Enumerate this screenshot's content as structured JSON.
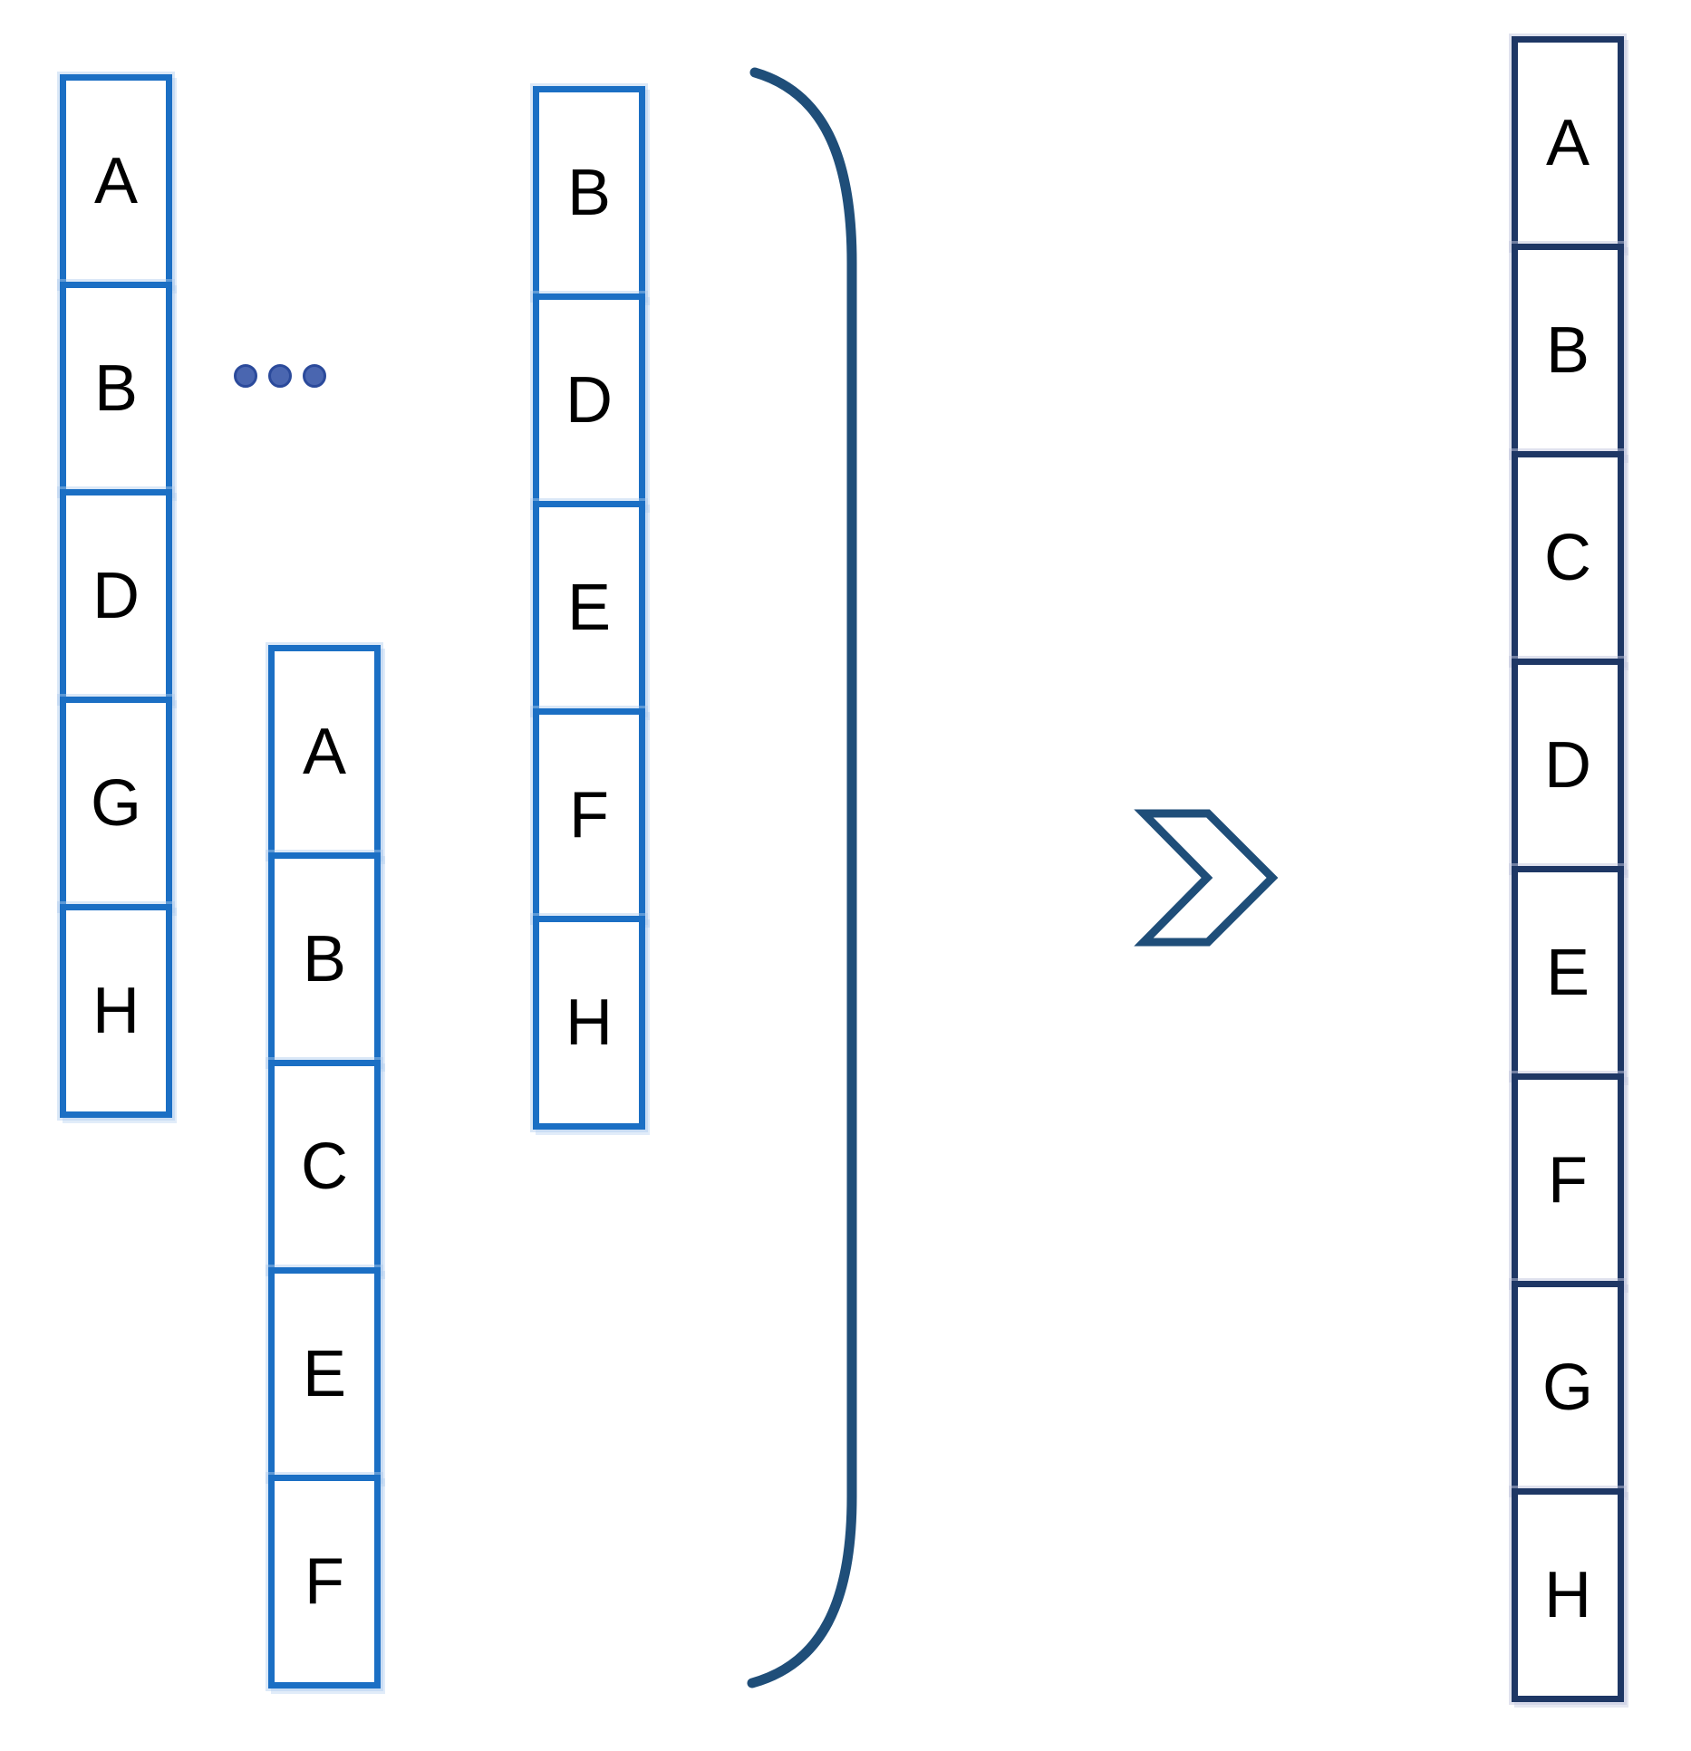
{
  "figure": {
    "input_columns": [
      {
        "name": "input-column-1",
        "cells": [
          "A",
          "B",
          "D",
          "G",
          "H"
        ]
      },
      {
        "name": "input-column-2",
        "cells": [
          "A",
          "B",
          "C",
          "E",
          "F"
        ]
      },
      {
        "name": "input-column-3",
        "cells": [
          "B",
          "D",
          "E",
          "F",
          "H"
        ]
      }
    ],
    "ellipsis_dots": 3,
    "output_column": {
      "name": "output-column",
      "cells": [
        "A",
        "B",
        "C",
        "D",
        "E",
        "F",
        "G",
        "H"
      ]
    },
    "colors": {
      "input_border": "#1B6FC4",
      "output_border": "#1E3765",
      "bracket": "#1F4E79",
      "chevron": "#1F4E79",
      "dots": "#4A66B0"
    }
  }
}
